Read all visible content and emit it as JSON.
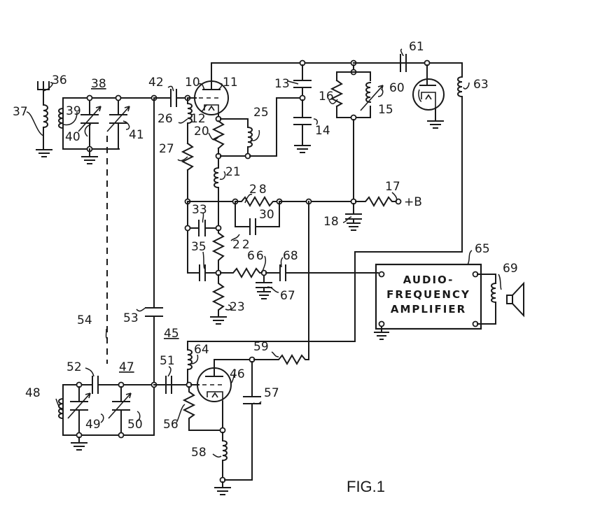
{
  "figure": {
    "title": "FIG.1",
    "supply_label": "+B",
    "amplifier_block": {
      "ref": "65",
      "lines": [
        "AUDIO-",
        "FREQUENCY",
        "AMPLIFIER"
      ]
    }
  },
  "labels": {
    "antenna": "36",
    "antenna_coil": "37",
    "input_tank": "38",
    "tank_coil_39": "39",
    "var_cap_40": "40",
    "var_cap_41": "41",
    "coupling_cap_42": "42",
    "tube_10": "10",
    "tube_11": "11",
    "grid_12": "12",
    "cap_13": "13",
    "cap_14": "14",
    "tank_15": "15",
    "res_16": "16",
    "res_17": "17",
    "cap_18": "18",
    "res_20": "20",
    "coil_21": "21",
    "res_22": "22",
    "res_23": "23",
    "coil_25": "25",
    "coil_26": "26",
    "res_27": "27",
    "res_28": "28",
    "cap_30": "30",
    "cap_33": "33",
    "cap_35": "35",
    "osc_45": "45",
    "tube_46": "46",
    "osc_tank_47": "47",
    "coil_48": "48",
    "var_cap_49": "49",
    "var_cap_50": "50",
    "cap_51": "51",
    "cap_52": "52",
    "cap_53": "53",
    "gang_54": "54",
    "res_56": "56",
    "cap_57": "57",
    "coil_58": "58",
    "res_59": "59",
    "diode_60": "60",
    "cap_61": "61",
    "coil_63": "63",
    "coil_64": "64",
    "res_66": "66",
    "cap_67": "67",
    "cap_68": "68",
    "speaker_69": "69"
  }
}
